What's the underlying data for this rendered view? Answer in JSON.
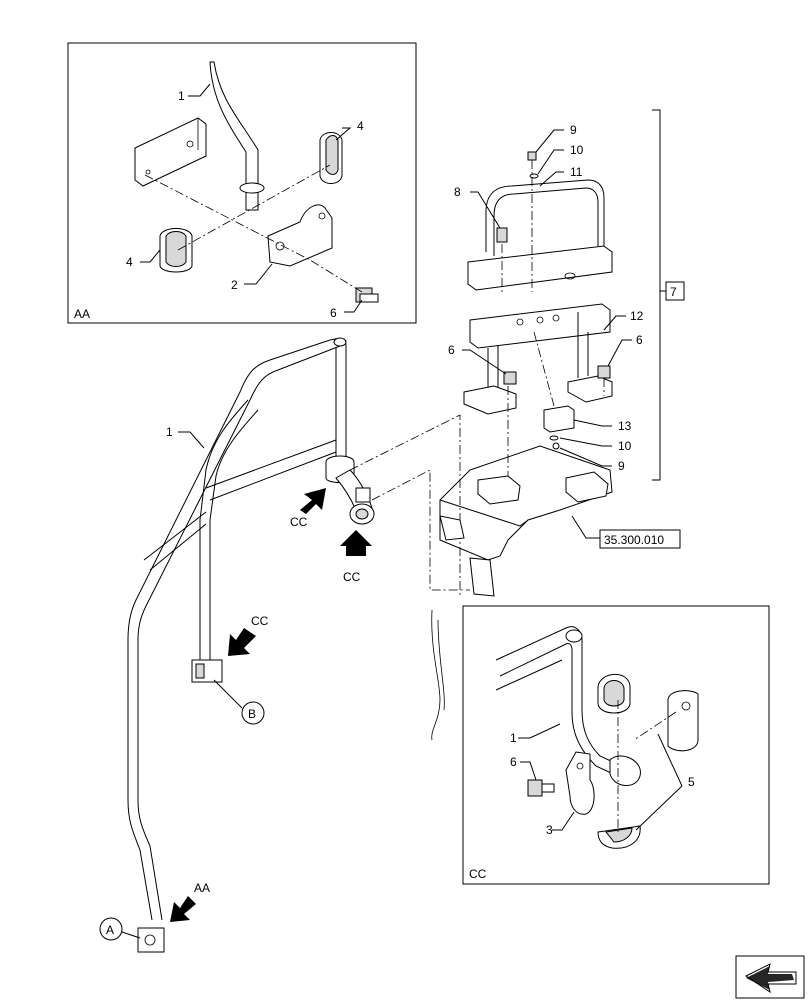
{
  "views": {
    "aa": {
      "label": "AA"
    },
    "cc": {
      "label": "CC"
    }
  },
  "callouts": {
    "aa_1": "1",
    "aa_4_top": "4",
    "aa_4_left": "4",
    "aa_2": "2",
    "aa_6": "6",
    "main_1": "1",
    "st_9_top": "9",
    "st_10_top": "10",
    "st_11": "11",
    "st_8": "8",
    "st_12": "12",
    "st_6_left": "6",
    "st_6_right": "6",
    "st_13": "13",
    "st_10_bot": "10",
    "st_9_bot": "9",
    "cc_1": "1",
    "cc_6": "6",
    "cc_3": "3",
    "cc_5": "5"
  },
  "group_ref": "7",
  "section_ref": "35.300.010",
  "circle_refs": {
    "a": "A",
    "b": "B"
  },
  "view_arrows": {
    "cc_upper": "CC",
    "cc_lower": "CC",
    "cc_mid": "CC",
    "aa_bottom": "AA"
  },
  "icons": [
    "direction-arrow-icon"
  ]
}
